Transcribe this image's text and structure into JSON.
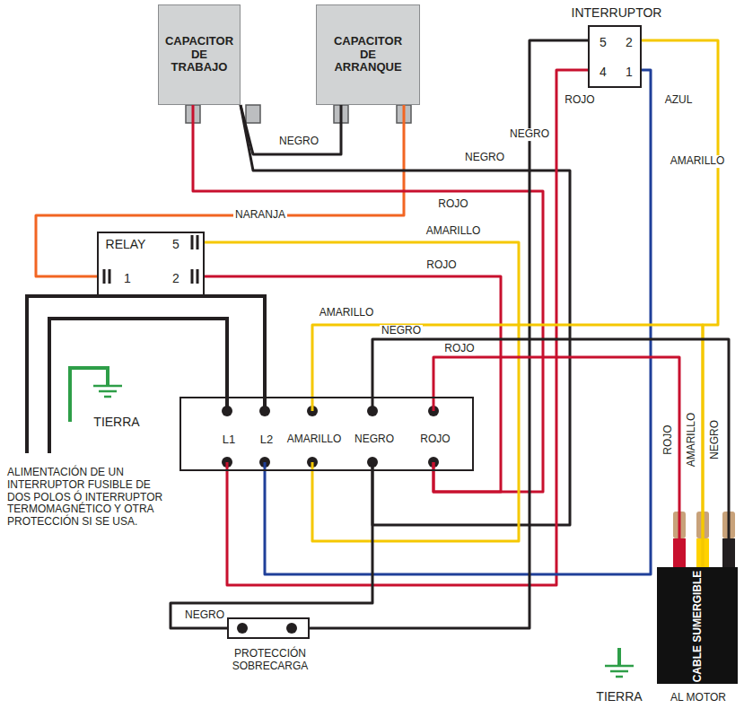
{
  "diagram": {
    "nodes": [
      {
        "text": [
          "CAPACITOR DE TRABAJO"
        ]
      },
      {
        "text": [
          "CAPACITOR DE ARRANQUE"
        ]
      },
      {
        "text": [
          "INTERRUPTOR",
          "5",
          "2",
          "4",
          "1"
        ]
      },
      {
        "text": [
          "RELAY",
          "5",
          "1",
          "2"
        ]
      },
      {
        "text": [
          "L1",
          "L2",
          "AMARILLO",
          "NEGRO",
          "ROJO"
        ]
      },
      {
        "text": [
          "PROTECCIÓN SOBRECARGA"
        ]
      },
      {
        "text": [
          "CABLE SUMERGIBLE",
          "AL MOTOR"
        ]
      }
    ],
    "edges": [
      {
        "from": 0,
        "to": 1,
        "arrow": "none",
        "label": "NEGRO"
      },
      {
        "from": 1,
        "to": 3,
        "arrow": "none",
        "label": "NARANJA"
      },
      {
        "from": 0,
        "to": 4,
        "arrow": "none",
        "label": "ROJO"
      },
      {
        "from": 0,
        "to": 4,
        "arrow": "none",
        "label": "NEGRO"
      },
      {
        "from": 3,
        "to": 4,
        "arrow": "none",
        "label": "AMARILLO"
      },
      {
        "from": 3,
        "to": 4,
        "arrow": "none",
        "label": "ROJO"
      },
      {
        "from": 2,
        "to": 4,
        "arrow": "none",
        "label": "ROJO"
      },
      {
        "from": 2,
        "to": 4,
        "arrow": "none",
        "label": "AZUL"
      },
      {
        "from": 2,
        "to": 5,
        "arrow": "none",
        "label": "NEGRO"
      },
      {
        "from": 2,
        "to": 6,
        "arrow": "none",
        "label": "AMARILLO"
      },
      {
        "from": 4,
        "to": 6,
        "arrow": "none",
        "label": "AMARILLO"
      },
      {
        "from": 4,
        "to": 6,
        "arrow": "none",
        "label": "NEGRO"
      },
      {
        "from": 4,
        "to": 6,
        "arrow": "none",
        "label": "ROJO"
      },
      {
        "from": 4,
        "to": 5,
        "arrow": "none",
        "label": "NEGRO"
      }
    ],
    "labels": [
      "TIERRA",
      "TIERRA",
      "ALIMENTACIÓN DE UN INTERRUPTOR FUSIBLE DE DOS POLOS Ó INTERRUPTOR TERMOMAGNÉTICO Y OTRA PROTECCIÓN SI SE USA.",
      "ROJO",
      "AMARILLO",
      "NEGRO"
    ]
  }
}
